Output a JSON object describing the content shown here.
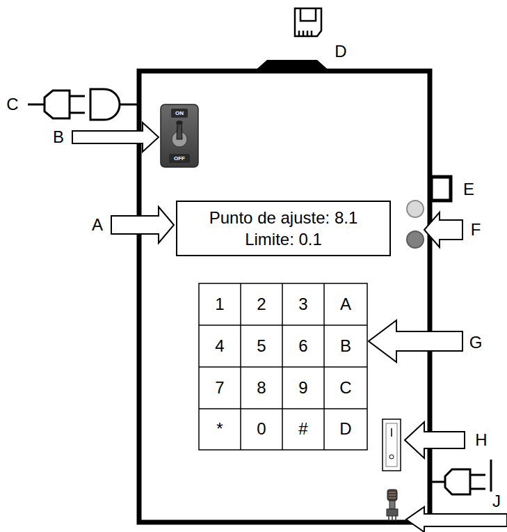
{
  "diagram": {
    "nodes": [
      {
        "text": [
          "Punto de ajuste: 8.1",
          "Limite: 0.1"
        ]
      }
    ],
    "labels": [
      "C",
      "B",
      "ON",
      "OFF",
      "D",
      "E",
      "A",
      "F",
      "1",
      "2",
      "3",
      "A",
      "4",
      "5",
      "6",
      "B",
      "7",
      "8",
      "9",
      "C",
      "*",
      "0",
      "#",
      "D",
      "G",
      "H",
      "J"
    ]
  }
}
